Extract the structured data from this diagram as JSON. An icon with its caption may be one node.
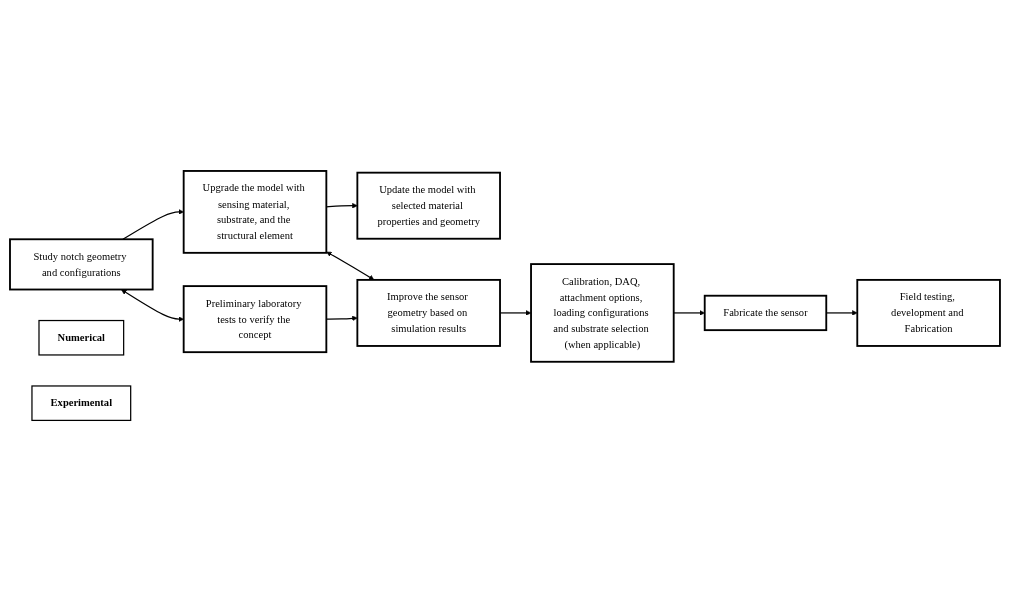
{
  "diagram": {
    "nodes": [
      {
        "text": [
          "Study notch geometry and configurations"
        ]
      },
      {
        "text": [
          "Upgrade the model with sensing material, substrate, and the structural element"
        ]
      },
      {
        "text": [
          "Update the model with selected material properties and geometry"
        ]
      },
      {
        "text": [
          "Numerical"
        ]
      },
      {
        "text": [
          "Preliminary laboratory tests to verify the concept"
        ]
      },
      {
        "text": [
          "Improve the sensor geometry based on simulation results"
        ]
      },
      {
        "text": [
          "Calibration, DAQ, attachment options, loading configurations and substrate selection (when applicable)"
        ]
      },
      {
        "text": [
          "Experimental"
        ]
      },
      {
        "text": [
          "Fabricate the sensor"
        ]
      },
      {
        "text": [
          "Field testing, development and Fabrication"
        ]
      }
    ],
    "edges": [
      {
        "from": 0,
        "to": 1,
        "arrow": "to"
      },
      {
        "from": 1,
        "to": 2,
        "arrow": "to"
      },
      {
        "from": 0,
        "to": 4,
        "arrow": "both"
      },
      {
        "from": 1,
        "to": 5,
        "arrow": "both"
      },
      {
        "from": 4,
        "to": 5,
        "arrow": "to"
      },
      {
        "from": 5,
        "to": 6,
        "arrow": "to"
      },
      {
        "from": 6,
        "to": 8,
        "arrow": "to"
      },
      {
        "from": 8,
        "to": 9,
        "arrow": "to"
      }
    ]
  }
}
